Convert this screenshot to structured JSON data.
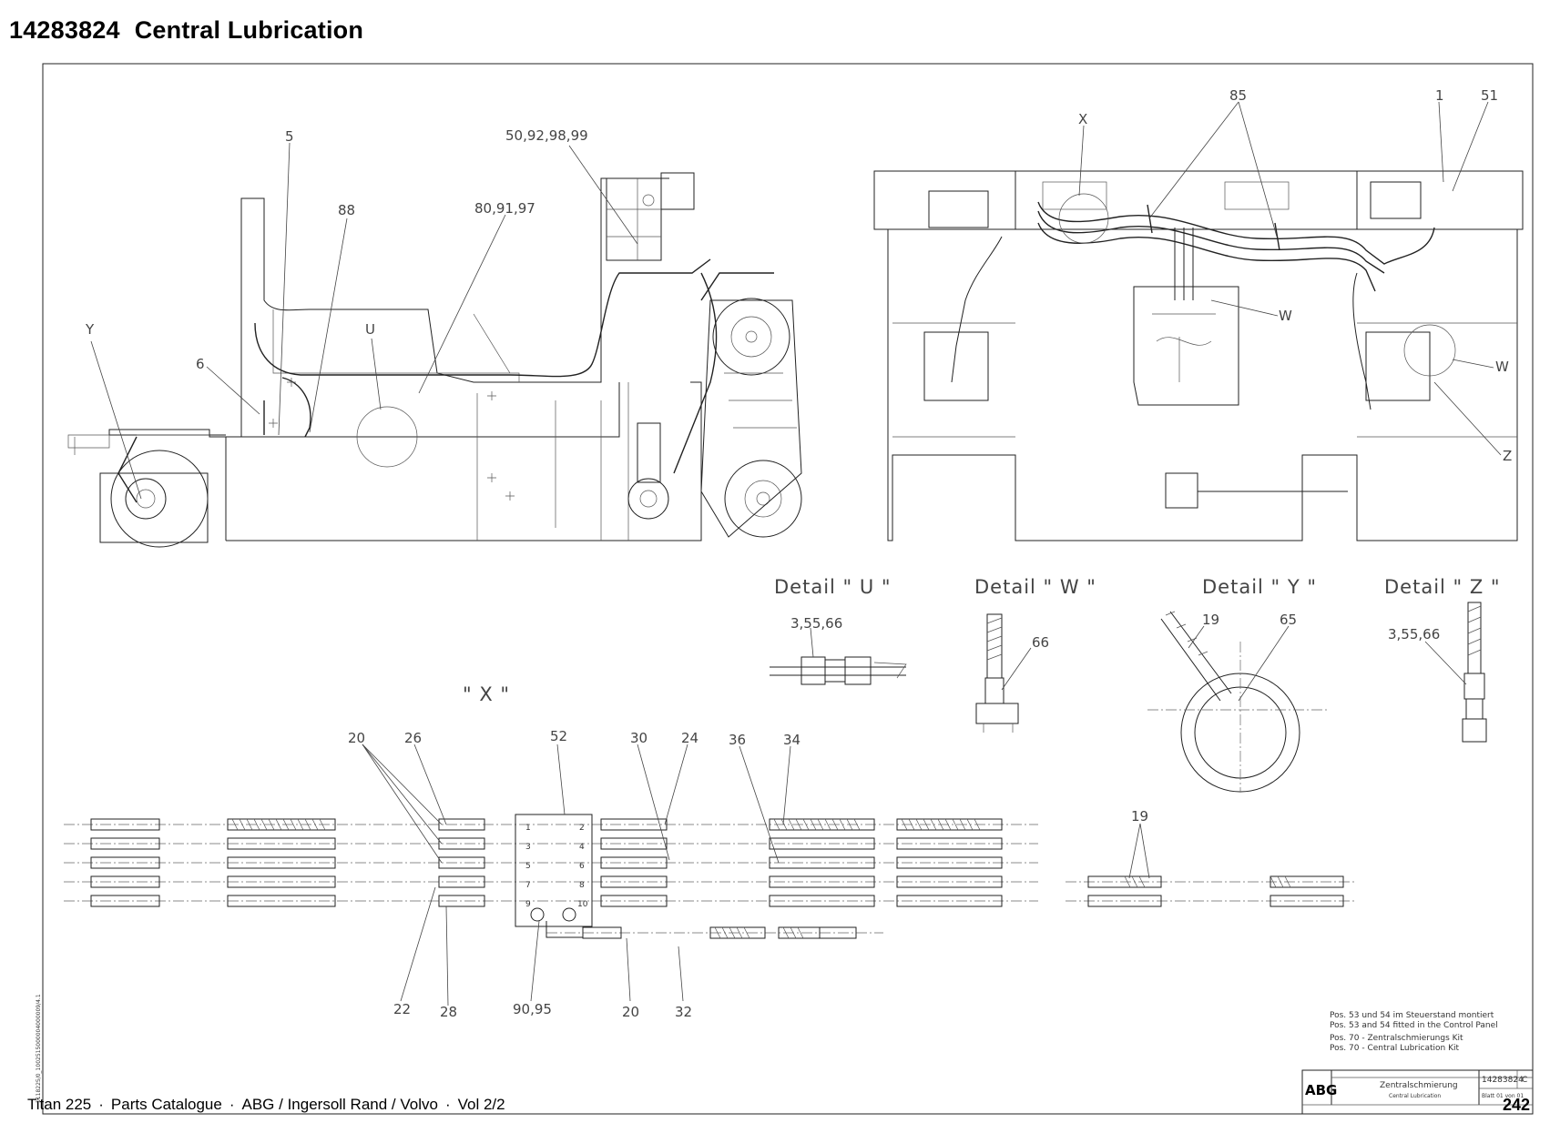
{
  "page": {
    "part_number": "14283824",
    "title": "Central Lubrication",
    "footer": [
      "Titan 225",
      "Parts Catalogue",
      "ABG / Ingersoll Rand / Volvo",
      "Vol 2/2"
    ],
    "page_number": "242"
  },
  "callouts": {
    "side_view": [
      "5",
      "50,92,98,99",
      "88",
      "80,91,97",
      "Y",
      "U",
      "6"
    ],
    "rear_view": [
      "85",
      "1",
      "51",
      "X",
      "W",
      "W",
      "Z"
    ],
    "x_view": [
      "20",
      "26",
      "52",
      "30",
      "24",
      "36",
      "34",
      "19",
      "22",
      "28",
      "90,95",
      "20",
      "32"
    ]
  },
  "details": {
    "u": {
      "title": "Detail \" U \"",
      "callout": "3,55,66"
    },
    "w": {
      "title": "Detail \" W \"",
      "callout": "66"
    },
    "y": {
      "title": "Detail \" Y \"",
      "callouts": [
        "19",
        "65"
      ]
    },
    "z": {
      "title": "Detail \" Z \"",
      "callout": "3,55,66"
    },
    "x": {
      "title": "\" X \""
    }
  },
  "distributor_ports": {
    "left": [
      "1",
      "3",
      "5",
      "7",
      "9"
    ],
    "right": [
      "2",
      "4",
      "6",
      "8",
      "10"
    ]
  },
  "notes": [
    "Pos. 53 und 54 im Steuerstand montiert",
    "Pos. 53 and 54 fitted in the Control Panel",
    "Pos. 70 - Zentralschmierungs Kit",
    "Pos. 70 - Central Lubrication Kit"
  ],
  "title_block": {
    "logo": "ABG",
    "name_de": "Zentralschmierung",
    "name_en": "Central Lubrication",
    "drawing_no": "14283824",
    "revision": "C",
    "sheet": "Blatt 01 von 01"
  },
  "side_stamp": "1118225/0_1002515000004000009/4.1"
}
